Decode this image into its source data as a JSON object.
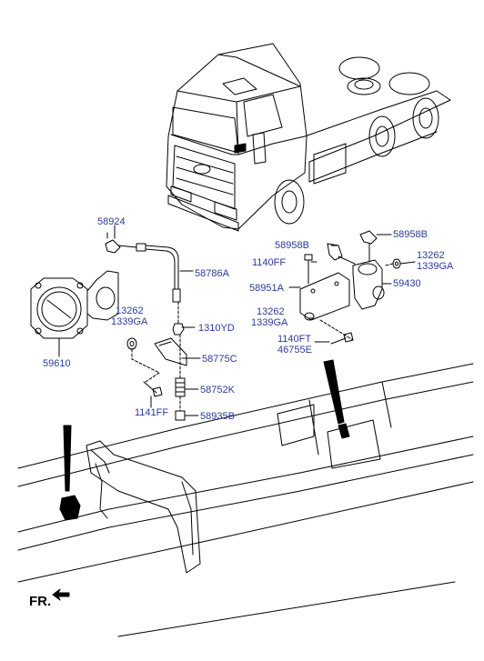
{
  "colors": {
    "label": "#2b3a9a",
    "line": "#000000"
  },
  "parts": {
    "p58924": "58924",
    "p58786A": "58786A",
    "p59610": "59610",
    "p13262_left": "13262",
    "p1339GA_left": "1339GA",
    "p1310YD": "1310YD",
    "p58775C": "58775C",
    "p58752K": "58752K",
    "p1141FF": "1141FF",
    "p58935B": "58935B",
    "p58958B_a": "58958B",
    "p58958B_b": "58958B",
    "p1140FF": "1140FF",
    "p13262_right_top": "13262",
    "p1339GA_right_top": "1339GA",
    "p58951A": "58951A",
    "p59430": "59430",
    "p13262_right_mid": "13262",
    "p1339GA_right_mid": "1339GA",
    "p1140FT": "1140FT",
    "p46755E": "46755E"
  },
  "direction": {
    "label": "FR."
  }
}
